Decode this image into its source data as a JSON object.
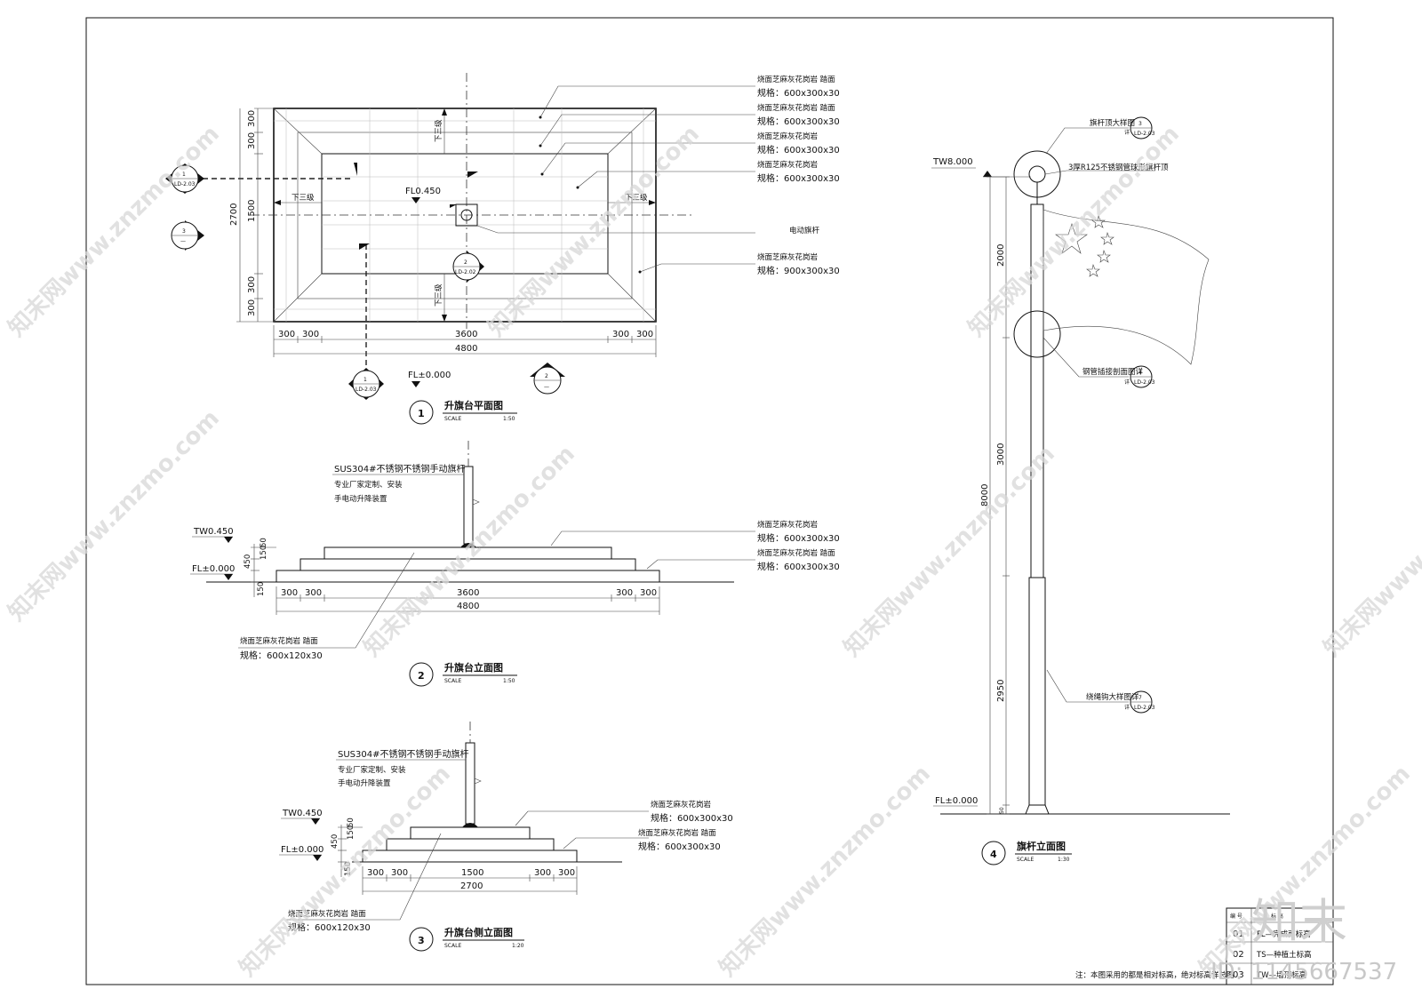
{
  "plan": {
    "dims_top": [
      "300",
      "300",
      "1500",
      "300",
      "300"
    ],
    "dim_total_v": "2700",
    "dims_bottom": [
      "300",
      "300",
      "3600",
      "300",
      "300"
    ],
    "dim_total_h": "4800",
    "level_center": "FL0.450",
    "level_base": "FL±0.000",
    "step_down_left": "下三级",
    "step_down_right": "下三级",
    "step_down_top": "下三级",
    "step_down_bottom": "下三级",
    "callouts": [
      {
        "l1": "烧面芝麻灰花岗岩  踏面",
        "l2": "规格：600x300x30"
      },
      {
        "l1": "烧面芝麻灰花岗岩  踏面",
        "l2": "规格：600x300x30"
      },
      {
        "l1": "烧面芝麻灰花岗岩",
        "l2": "规格：600x300x30"
      },
      {
        "l1": "烧面芝麻灰花岗岩",
        "l2": "规格：600x300x30"
      },
      {
        "l1": "电动旗杆",
        "l2": ""
      },
      {
        "l1": "烧面芝麻灰花岗岩",
        "l2": "规格：900x300x30"
      }
    ],
    "section_marks": [
      {
        "num": "1",
        "ref": "LD-2.03"
      },
      {
        "num": "3",
        "ref": "—"
      },
      {
        "num": "2",
        "ref": "LD-2.02"
      },
      {
        "num": "1",
        "ref": "LD-2.03"
      },
      {
        "num": "2",
        "ref": "—"
      }
    ],
    "title": "升旗台平面图",
    "title_num": "1",
    "scale_label": "SCALE",
    "scale": "1:50"
  },
  "elev": {
    "pole_note_1": "SUS304#不锈钢不锈钢手动旗杆",
    "pole_note_2": "专业厂家定制、安装",
    "pole_note_3": "手电动升降装置",
    "tw": "TW0.450",
    "fl": "FL±0.000",
    "vdims": [
      "150",
      "50",
      "450",
      "150"
    ],
    "dims_bottom": [
      "300",
      "300",
      "3600",
      "300",
      "300"
    ],
    "dim_total": "4800",
    "callout_right_1a": "烧面芝麻灰花岗岩",
    "callout_right_1b": "规格：600x300x30",
    "callout_right_2a": "烧面芝麻灰花岗岩  踏面",
    "callout_right_2b": "规格：600x300x30",
    "callout_left_a": "烧面芝麻灰花岗岩  踏面",
    "callout_left_b": "规格：600x120x30",
    "title": "升旗台立面图",
    "title_num": "2",
    "scale_label": "SCALE",
    "scale": "1:50"
  },
  "side": {
    "pole_note_1": "SUS304#不锈钢不锈钢手动旗杆",
    "pole_note_2": "专业厂家定制、安装",
    "pole_note_3": "手电动升降装置",
    "tw": "TW0.450",
    "fl": "FL±0.000",
    "vdims": [
      "150",
      "50",
      "450",
      "150"
    ],
    "dims_bottom": [
      "300",
      "300",
      "1500",
      "300",
      "300"
    ],
    "dim_total": "2700",
    "callout_right_1a": "烧面芝麻灰花岗岩",
    "callout_right_1b": "规格：600x300x30",
    "callout_right_2a": "烧面芝麻灰花岗岩  踏面",
    "callout_right_2b": "规格：600x300x30",
    "callout_left_a": "烧面芝麻灰花岗岩  踏面",
    "callout_left_b": "规格：600x120x30",
    "title": "升旗台侧立面图",
    "title_num": "3",
    "scale_label": "SCALE",
    "scale": "1:20"
  },
  "pole": {
    "tw": "TW8.000",
    "fl": "FL±0.000",
    "vdims": [
      "2000",
      "3000",
      "2950",
      "50"
    ],
    "dim_total": "8000",
    "callout_top": "旗杆顶大样图",
    "callout_top_num": "3",
    "callout_top_ref": "LD-2.03",
    "callout_ball": "3厚R125不锈钢管球形旗杆顶",
    "callout_mid": "钢管插接剖面图详",
    "callout_mid_num": "4",
    "callout_mid_ref": "LD-2.03",
    "callout_low": "绕绳钩大样图详",
    "callout_low_num": "7",
    "callout_low_ref": "LD-2.03",
    "ref_prefix": "详",
    "title": "旗杆立面图",
    "title_num": "4",
    "scale_label": "SCALE",
    "scale": "1:30"
  },
  "table": {
    "header": [
      "编  号",
      "标  高"
    ],
    "rows": [
      {
        "code": "01",
        "desc": "FL—完成面标高"
      },
      {
        "code": "02",
        "desc": "TS—种植土标高"
      },
      {
        "code": "03",
        "desc": "TW—墙顶标高"
      }
    ]
  },
  "note": "注：本图采用的都是相对标高，绝对标高详总图",
  "watermark": "知末网www.znzmo.com",
  "brand": "知末",
  "id_text": "ID: 1145667537"
}
